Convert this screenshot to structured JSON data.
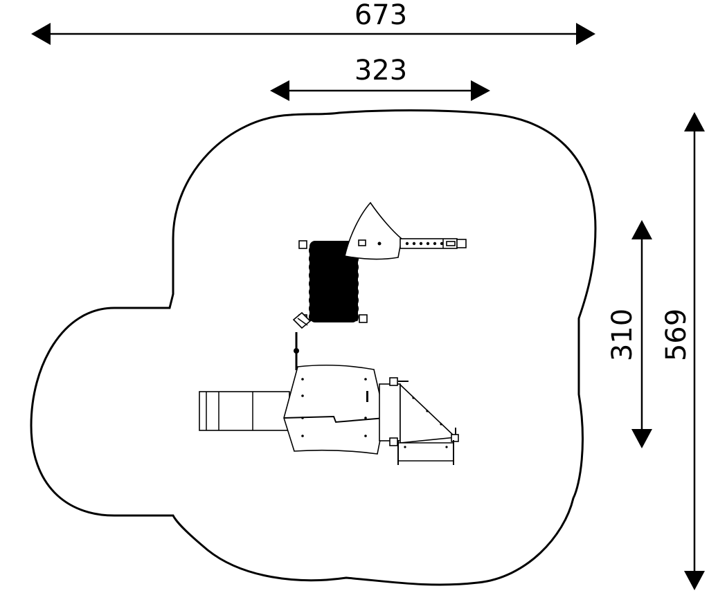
{
  "dimensions": {
    "overall_width": "673",
    "inner_width": "323",
    "inner_height": "310",
    "overall_height": "569"
  }
}
